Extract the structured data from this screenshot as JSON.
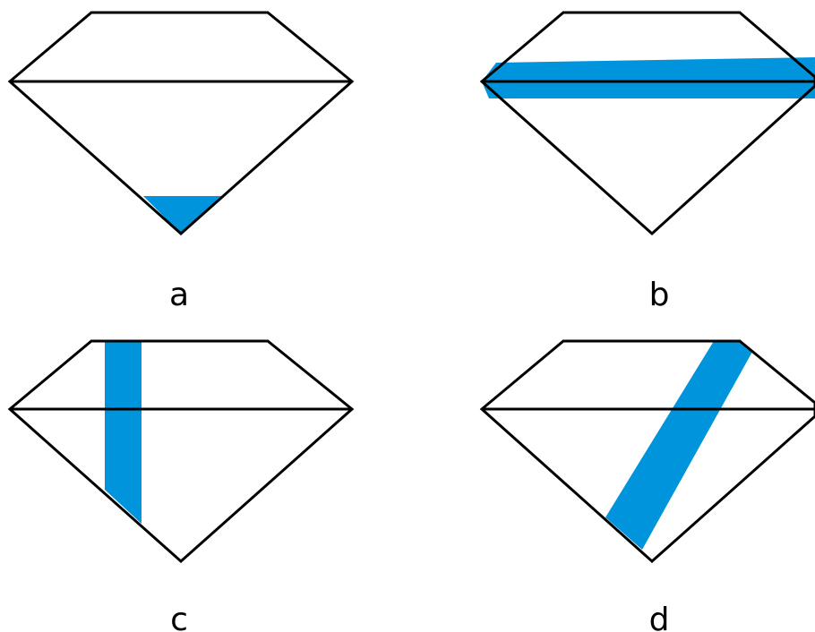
{
  "colors": {
    "highlight": "#0094dc",
    "line": "#000000",
    "background": "#ffffff"
  },
  "panels": [
    {
      "label": "a"
    },
    {
      "label": "b"
    },
    {
      "label": "c"
    },
    {
      "label": "d"
    }
  ]
}
